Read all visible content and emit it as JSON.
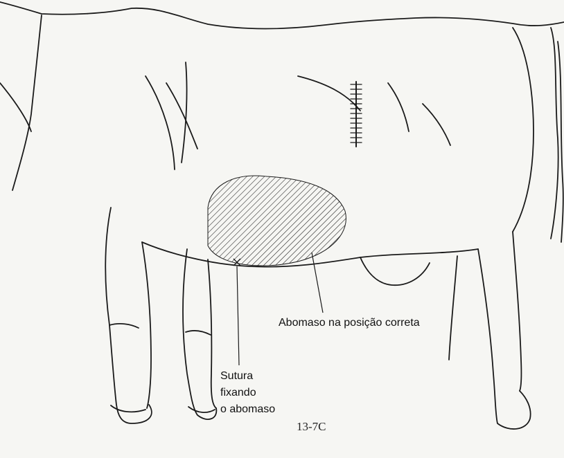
{
  "labels": {
    "abomaso_position": "Abomaso na posição correta",
    "sutura_line1": "Sutura",
    "sutura_line2": "fixando",
    "sutura_line3": "o abomaso"
  },
  "figure_number": "13-7C",
  "colors": {
    "ink": "#1a1a1a",
    "paper": "#f6f6f3"
  }
}
